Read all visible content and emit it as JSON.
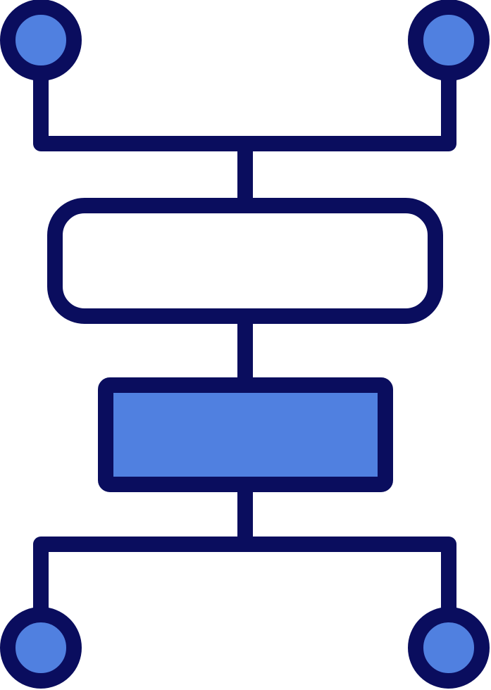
{
  "icon": {
    "name": "flowchart-icon",
    "colors": {
      "stroke": "#0a0d5e",
      "fill": "#5080e0",
      "background": "#ffffff"
    },
    "parts": [
      "top-left-node",
      "top-right-node",
      "top-connector",
      "rounded-process-box",
      "filled-process-box",
      "bottom-connector",
      "bottom-left-node",
      "bottom-right-node"
    ]
  }
}
